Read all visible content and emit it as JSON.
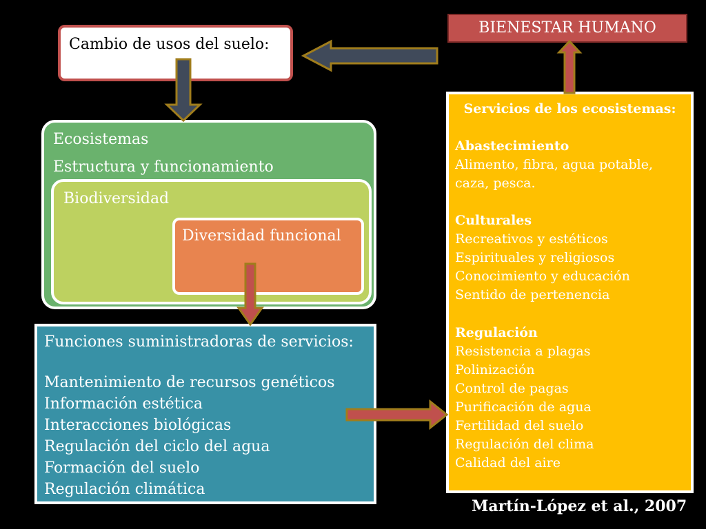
{
  "cambio": {
    "label": "Cambio de usos del suelo:"
  },
  "bienestar": {
    "label": "BIENESTAR HUMANO"
  },
  "ecosistemas": {
    "title": "Ecosistemas",
    "subtitle": "Estructura y funcionamiento",
    "biodiversidad": "Biodiversidad",
    "diversidad_funcional": "Diversidad funcional"
  },
  "funciones": {
    "title": "Funciones suministradoras  de servicios:",
    "items": [
      "Mantenimiento de recursos genéticos",
      "Información estética",
      "Interacciones biológicas",
      "Regulación del ciclo del agua",
      "Formación del suelo",
      "Regulación climática"
    ]
  },
  "servicios": {
    "title": "Servicios de los ecosistemas:",
    "groups": [
      {
        "heading": "Abastecimiento",
        "items": [
          "Alimento, fibra, agua potable,",
          "caza, pesca."
        ]
      },
      {
        "heading": "Culturales",
        "items": [
          "Recreativos y estéticos",
          "Espirituales y religiosos",
          "Conocimiento y educación",
          "Sentido de pertenencia"
        ]
      },
      {
        "heading": "Regulación",
        "items": [
          "Resistencia a plagas",
          "Polinización",
          "Control de pagas",
          "Purificación de agua",
          "Fertilidad del suelo",
          "Regulación del clima",
          "Calidad del aire"
        ]
      }
    ]
  },
  "credit": "Martín-López et al., 2007",
  "colors": {
    "background": "#000000",
    "red_box": "#c0504d",
    "ecosistemas_green": "#6ab26d",
    "biodiversidad_green": "#bdd160",
    "diversidad_orange": "#e8844f",
    "funciones_blue": "#3891a6",
    "servicios_yellow": "#ffc000",
    "arrow_dark": "#404a5a",
    "arrow_red": "#c0504d",
    "arrow_outline": "#a07d1c"
  }
}
